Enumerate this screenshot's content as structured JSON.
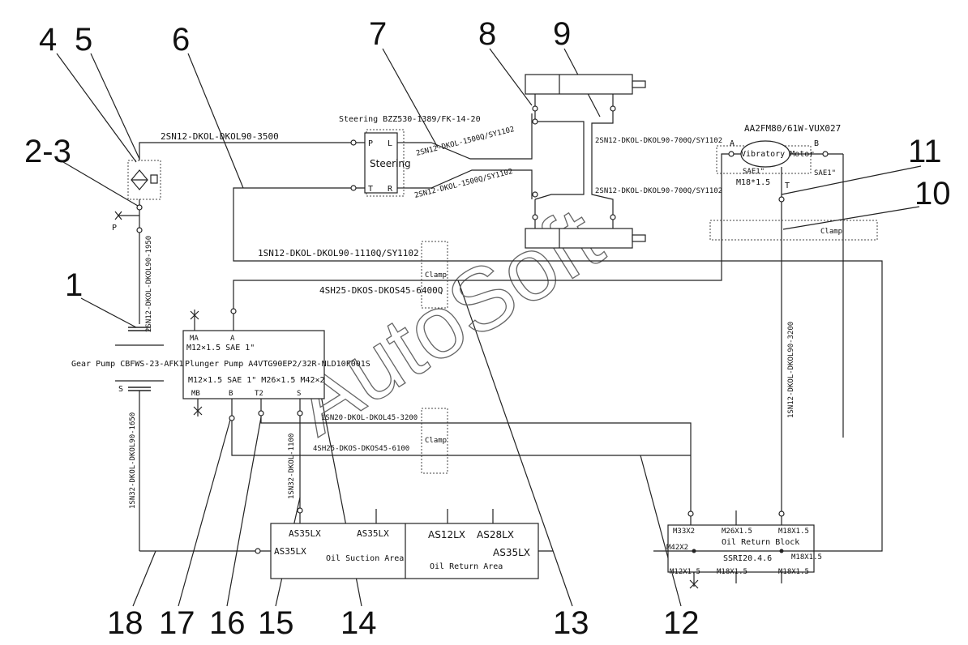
{
  "callouts": [
    "4",
    "5",
    "6",
    "7",
    "8",
    "9",
    "2-3",
    "11",
    "10",
    "1",
    "18",
    "17",
    "16",
    "15",
    "14",
    "13",
    "12"
  ],
  "watermark": "AutoSoft",
  "components": {
    "steering_title": "Steering BZZ530-1389/FK-14-20",
    "steering_label": "Steering",
    "steering_ports": {
      "p": "P",
      "l": "L",
      "t": "T",
      "r": "R"
    },
    "vibratory_title": "AA2FM80/61W-VUX027",
    "vibratory_label": "Vibratory Motor",
    "vibratory_ports": {
      "a": "A",
      "b": "B",
      "t": "T"
    },
    "vibratory_sae_left": "SAE1\"",
    "vibratory_sae_right": "SAE1\"",
    "vibratory_m18": "M18*1.5",
    "clamp": "Clamp",
    "gear_pump": "Gear Pump CBFWS-23-AFK1",
    "gear_pump_s": "S",
    "filter_p": "P",
    "plunger": {
      "ma": "MA",
      "a": "A",
      "top_spec": "M12×1.5 SAE 1\"",
      "name": "Plunger Pump A4VTG90EP2/32R-NLD10F001S",
      "bottom_spec": "M12×1.5 SAE 1\"  M26×1.5  M42×2",
      "mb": "MB",
      "b": "B",
      "t2": "T2",
      "s": "S"
    },
    "tank": {
      "as35lx_top1": "AS35LX",
      "as35lx_top2": "AS35LX",
      "as35lx_left": "AS35LX",
      "suction_area": "Oil Suction Area",
      "as12lx": "AS12LX",
      "as28lx": "AS28LX",
      "as35lx_right": "AS35LX",
      "return_area": "Oil Return Area"
    },
    "return_block": {
      "m33": "M33X2",
      "m26": "M26X1.5",
      "m18a": "M18X1.5",
      "name": "Oil Return Block",
      "m42": "M42X2",
      "model": "SSRI20.4.6",
      "m18b": "M18X1.5",
      "m12": "M12X1.5",
      "m18c": "M18X1.5",
      "m18d": "M18X1.5"
    }
  },
  "hoses": {
    "h_top": "2SN12-DKOL-DKOL90-3500",
    "h_l": "2SN12-DKOL-1500Q/SY1102",
    "h_r": "2SN12-DKOL-1500Q/SY1102",
    "h_cyl1": "2SN12-DKOL-DKOL90-700Q/SY1102",
    "h_cyl2": "2SN12-DKOL-DKOL90-700Q/SY1102",
    "h_1110": "1SN12-DKOL-DKOL90-1110Q/SY1102",
    "h_6400": "4SH25-DKOS-DKOS45-6400Q",
    "h_1950": "2SN12-DKOL-DKOL90-1950",
    "h_3200v": "1SN12-DKOL-DKOL90-3200",
    "h_3200h": "1SN20-DKOL-DKOL45-3200",
    "h_6100": "4SH25-DKOS-DKOS45-6100",
    "h_1650": "1SN32-DKOL-DKOL90-1650",
    "h_1100": "1SN32-DKOL-1100"
  }
}
